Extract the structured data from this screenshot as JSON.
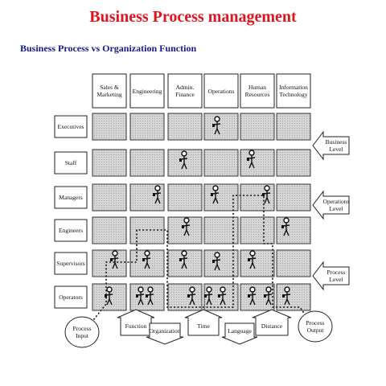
{
  "title": "Business Process management",
  "subtitle": "Business Process vs Organization Function",
  "columns": [
    "Sales & Marketing",
    "Engineering",
    "Admin. Finance",
    "Operations",
    "Human Resources",
    "Information Technology"
  ],
  "rows": [
    "Executives",
    "Staff",
    "Managers",
    "Engineers",
    "Supervisors",
    "Operators"
  ],
  "levels": [
    "Business Level",
    "Operations Level",
    "Process Level"
  ],
  "steps": [
    "Function",
    "Organization",
    "Time",
    "Language",
    "Distance"
  ],
  "process_input": "Process Input",
  "process_output": "Process Output"
}
